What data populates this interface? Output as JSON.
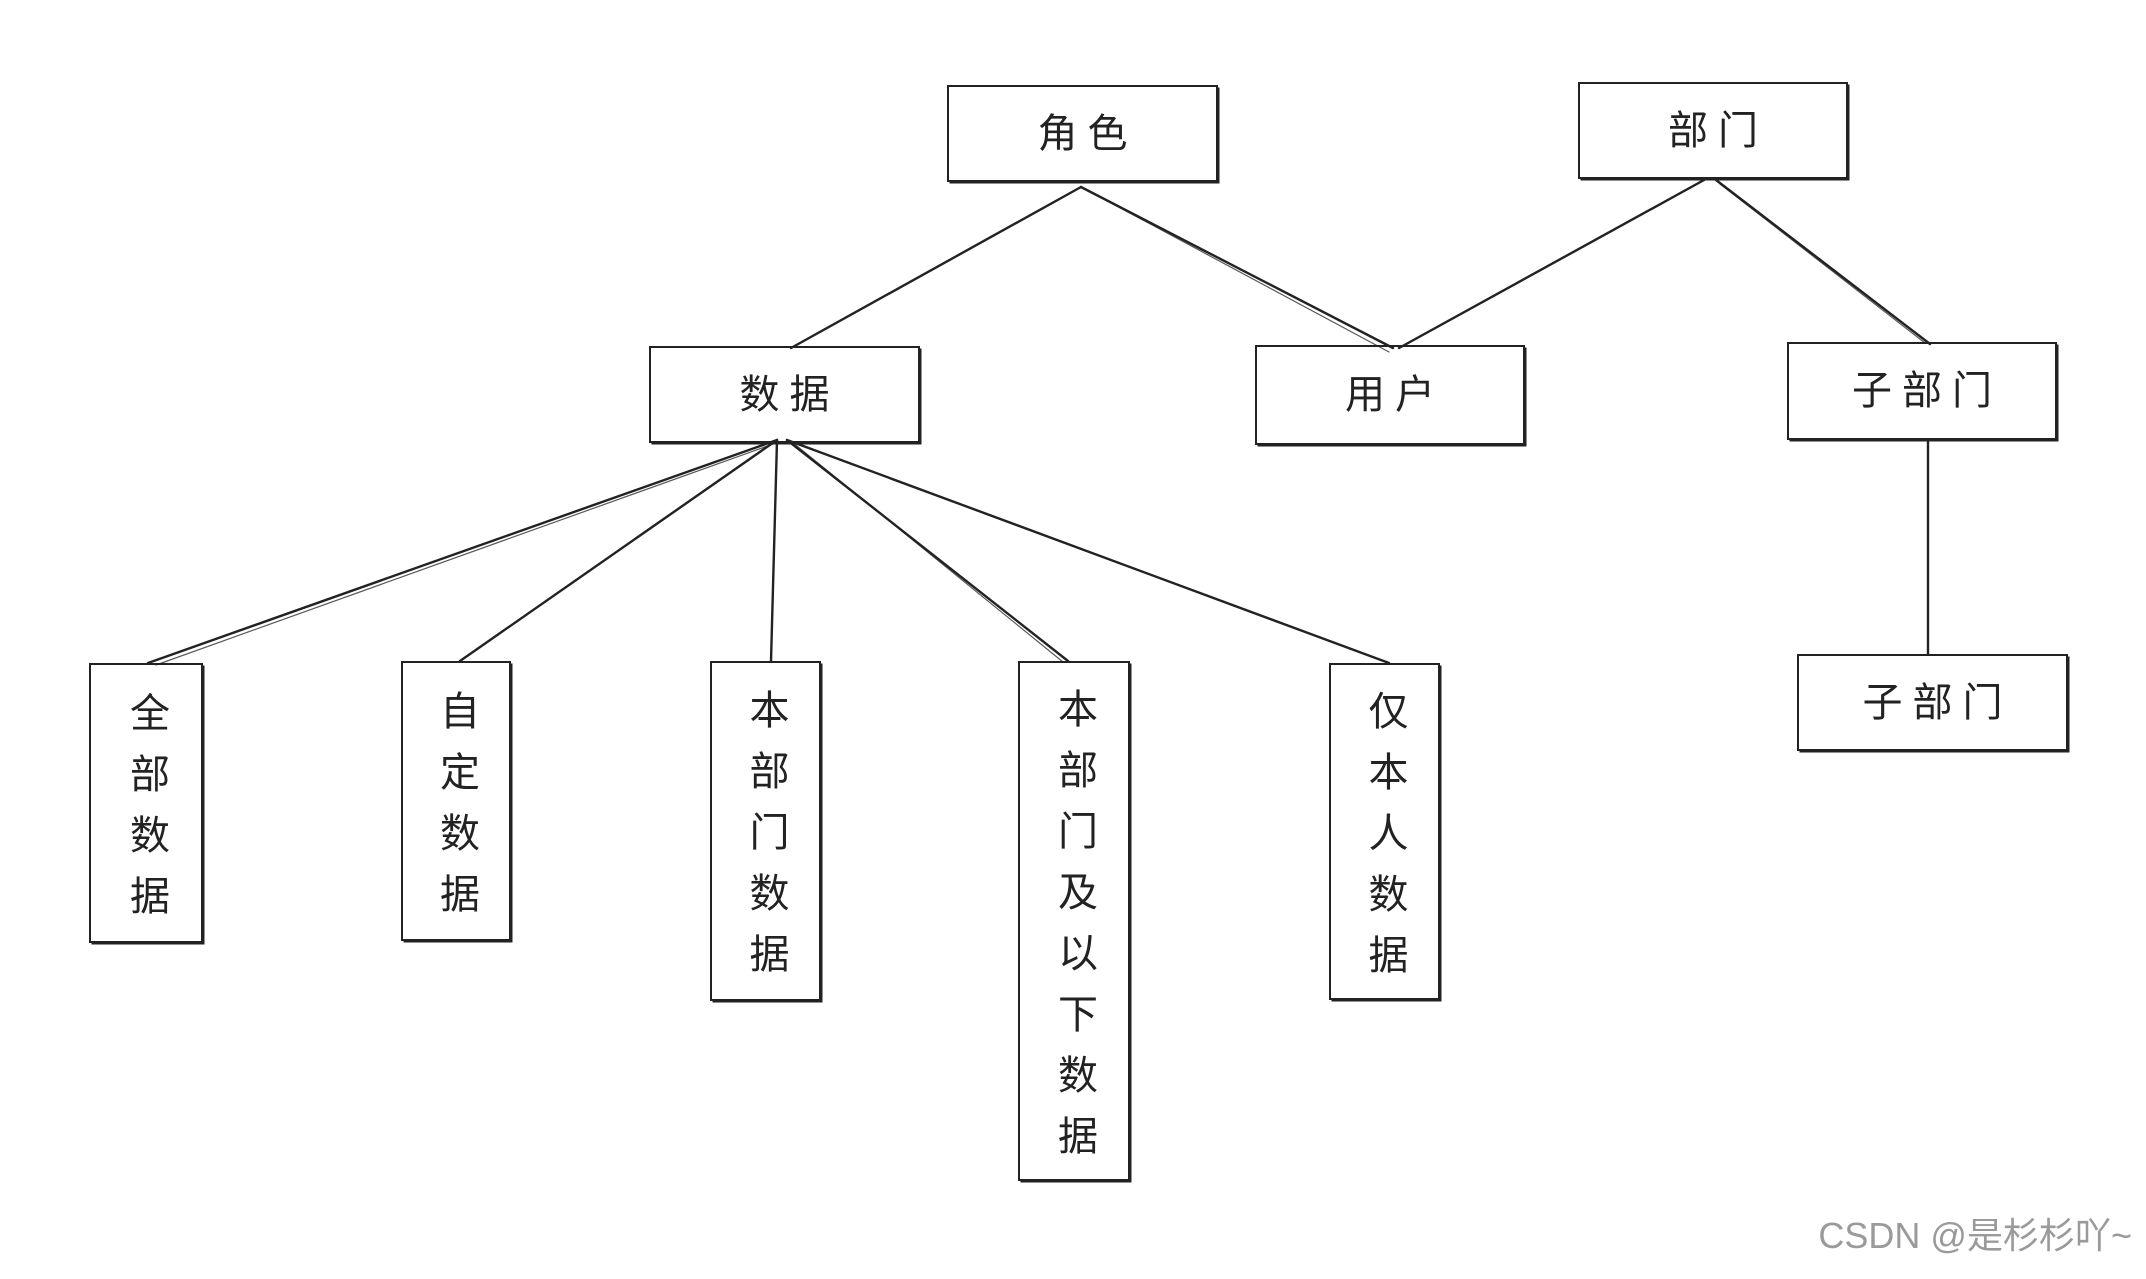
{
  "nodes": {
    "role": "角色",
    "dept": "部门",
    "data": "数据",
    "user": "用户",
    "sub_dept_1": "子部门",
    "all_data": "全部数据",
    "custom_data": "自定数据",
    "own_dept_data": "本部门数据",
    "own_dept_and_below_data": "本部门及以下数据",
    "self_only_data": "仅本人数据",
    "sub_dept_2": "子部门"
  },
  "watermark": "CSDN @是杉杉吖~",
  "colors": {
    "stroke": "#222222",
    "background": "#ffffff",
    "watermark": "#9a9a9a"
  }
}
